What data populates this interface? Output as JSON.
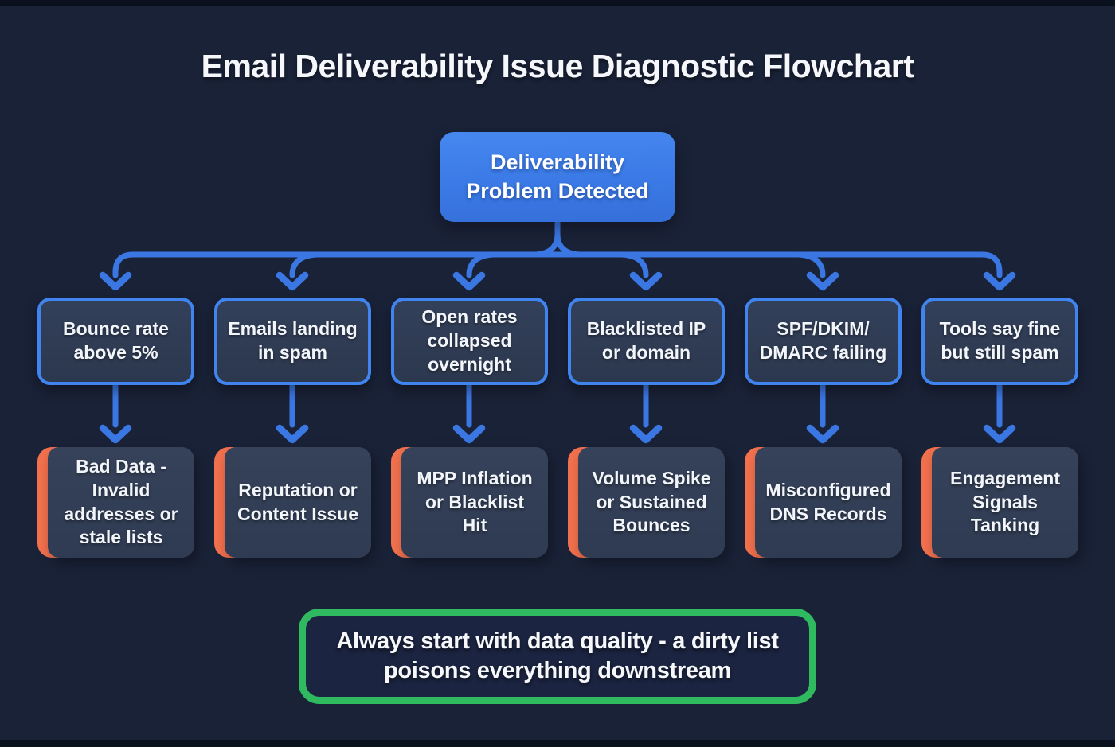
{
  "page": {
    "title": "Email Deliverability Issue Diagnostic Flowchart"
  },
  "root": {
    "label": "Deliverability Problem Detected"
  },
  "branches": [
    {
      "symptom": "Bounce rate above 5%",
      "cause": "Bad Data - Invalid addresses or stale lists"
    },
    {
      "symptom": "Emails landing in spam",
      "cause": "Reputation or Content Issue"
    },
    {
      "symptom": "Open rates collapsed overnight",
      "cause": "MPP Inflation or Blacklist Hit"
    },
    {
      "symptom": "Blacklisted IP or domain",
      "cause": "Volume Spike or Sustained Bounces"
    },
    {
      "symptom": "SPF/DKIM/ DMARC failing",
      "cause": "Misconfigured DNS Records"
    },
    {
      "symptom": "Tools say fine but still spam",
      "cause": "Engagement Signals Tanking"
    }
  ],
  "footer": {
    "note": "Always start with data quality - a dirty list poisons everything downstream"
  },
  "colors": {
    "background": "#1a2238",
    "root_blue": "#3b7ae6",
    "connector_blue": "#3a77e3",
    "node_border_blue": "#4084ef",
    "node_fill": "#2e3a50",
    "cause_accent_orange": "#f3714e",
    "footer_border_green": "#2fba60",
    "text_white": "#f2f5f9"
  }
}
